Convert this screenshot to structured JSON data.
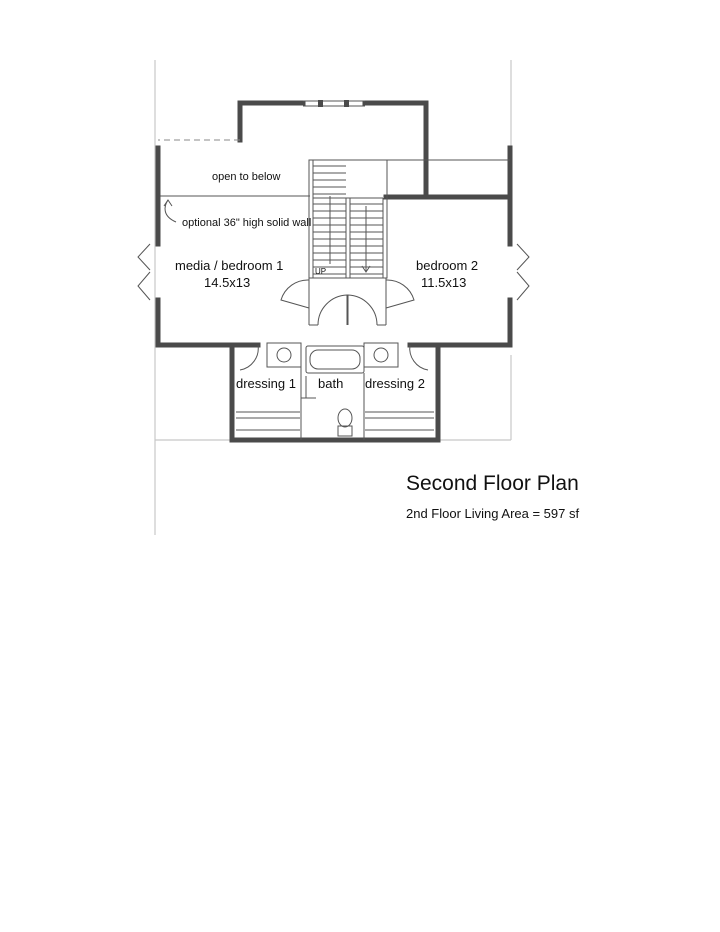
{
  "plan": {
    "title": "Second Floor Plan",
    "subtitle": "2nd Floor Living Area = 597 sf",
    "labels": {
      "open_to_below": "open to below",
      "optional_wall": "optional 36\" high solid wall",
      "up": "UP",
      "media_name": "media / bedroom 1",
      "media_size": "14.5x13",
      "bedroom2_name": "bedroom 2",
      "bedroom2_size": "11.5x13",
      "dressing1": "dressing 1",
      "bath": "bath",
      "dressing2": "dressing 2"
    }
  },
  "colors": {
    "wall": "#4a4a4a",
    "line": "#555555",
    "faint": "#c8c8c8"
  }
}
